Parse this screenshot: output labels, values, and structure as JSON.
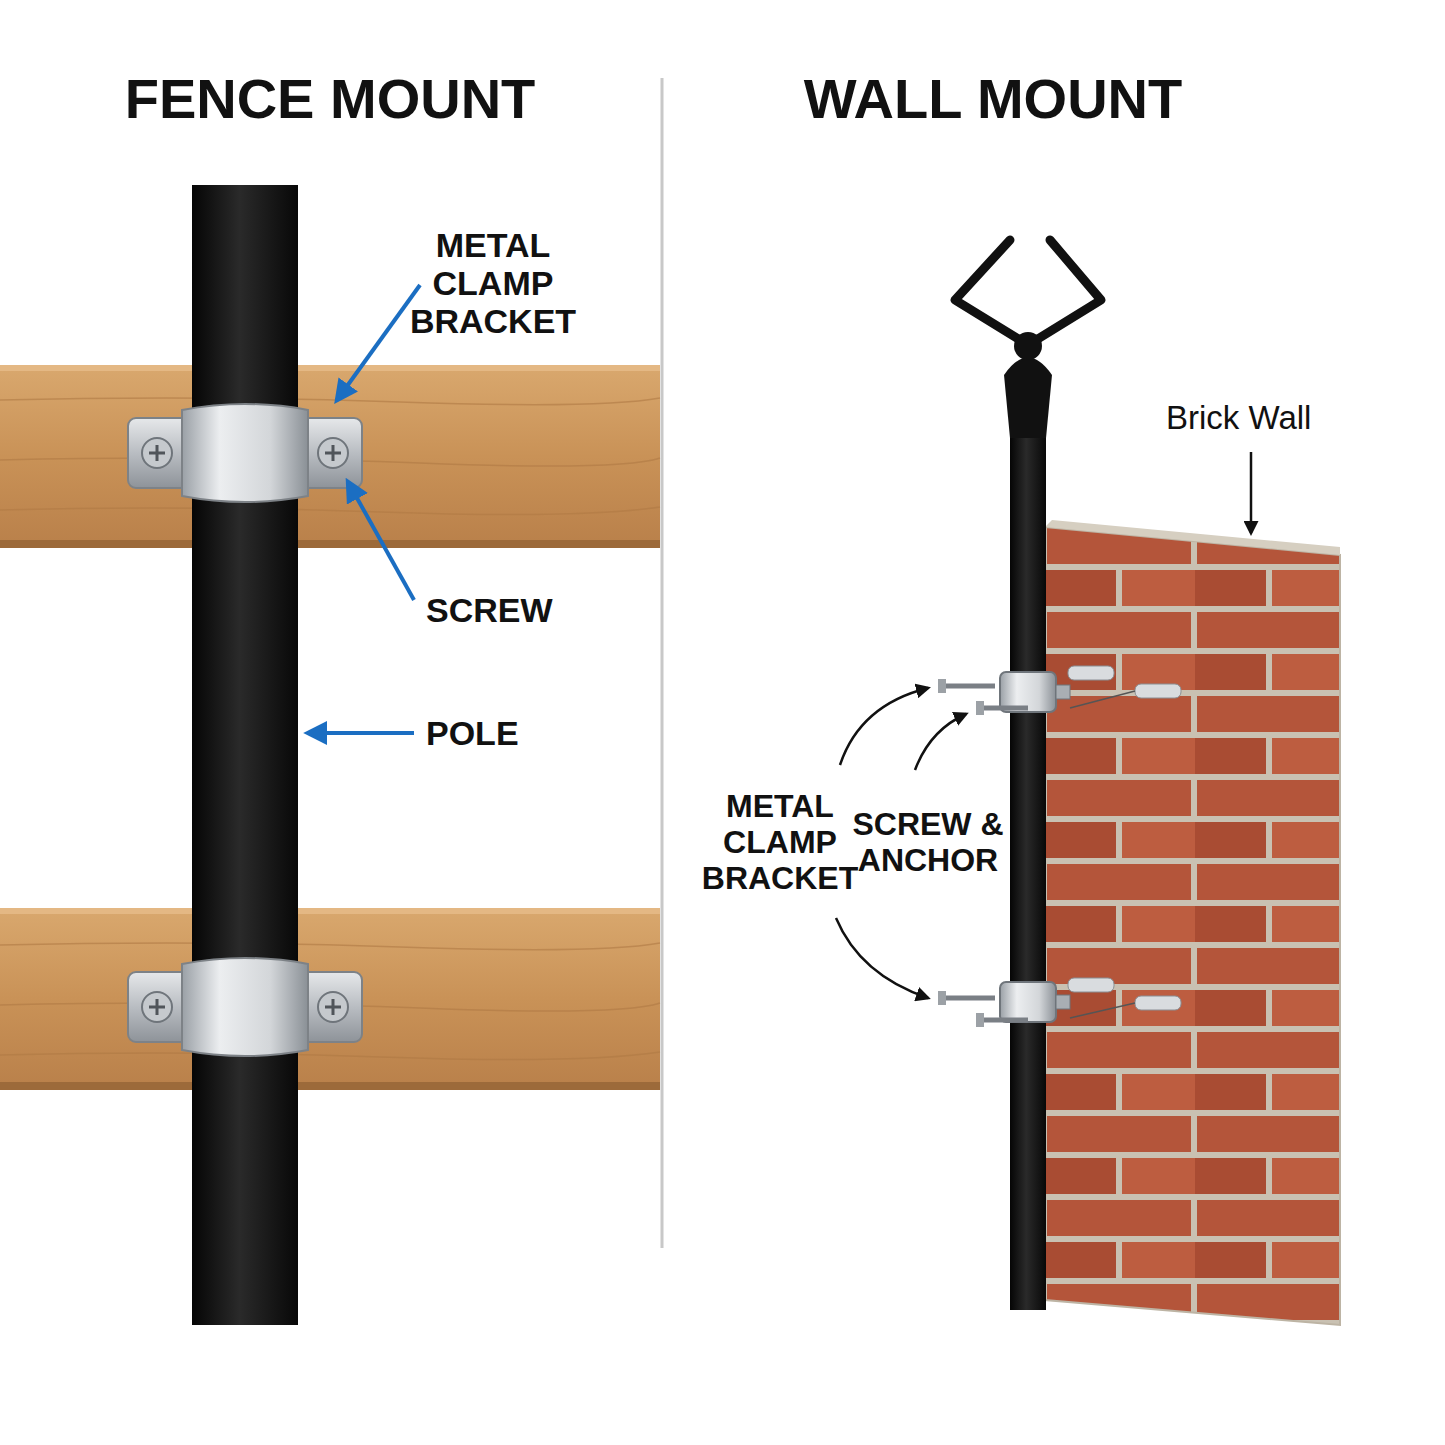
{
  "diagram": {
    "labels": [
      "FENCE MOUNT",
      "METAL CLAMP BRACKET",
      "SCREW",
      "POLE",
      "WALL MOUNT",
      "Brick Wall",
      "METAL CLAMP BRACKET",
      "SCREW & ANCHOR"
    ]
  }
}
